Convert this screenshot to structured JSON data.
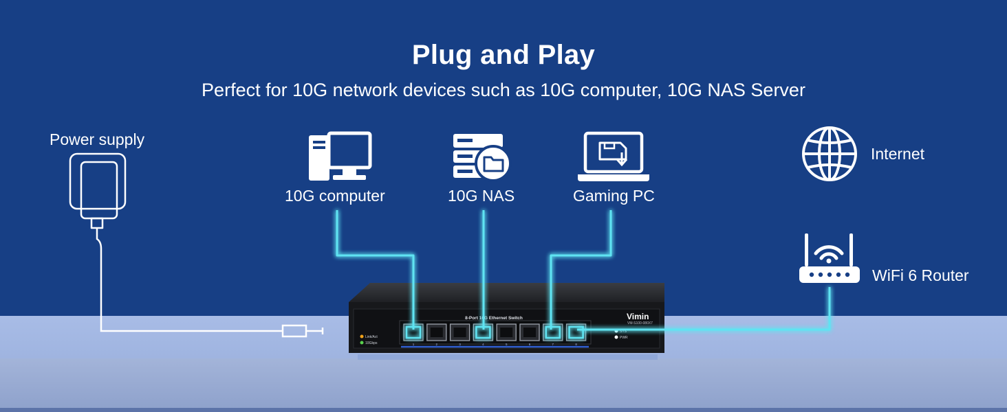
{
  "header": {
    "title": "Plug and Play",
    "subtitle": "Perfect for 10G network devices such as 10G computer, 10G NAS Server"
  },
  "devices": {
    "power_supply": "Power supply",
    "computer": "10G computer",
    "nas": "10G NAS",
    "gaming_pc": "Gaming PC",
    "internet": "Internet",
    "router": "WiFi 6 Router"
  },
  "switch": {
    "brand": "Vimin",
    "model": "VM-S100-080X7",
    "panel_label": "8-Port 10G Ethernet Switch",
    "leds": [
      "Link/Act",
      "10Gbps"
    ],
    "status": [
      "SYS",
      "PWR"
    ],
    "port_numbers": [
      "1",
      "2",
      "3",
      "4",
      "5",
      "6",
      "7",
      "8"
    ]
  },
  "colors": {
    "background": "#173f85",
    "cable_glow": "#5fe4f2",
    "icon": "#ffffff"
  }
}
